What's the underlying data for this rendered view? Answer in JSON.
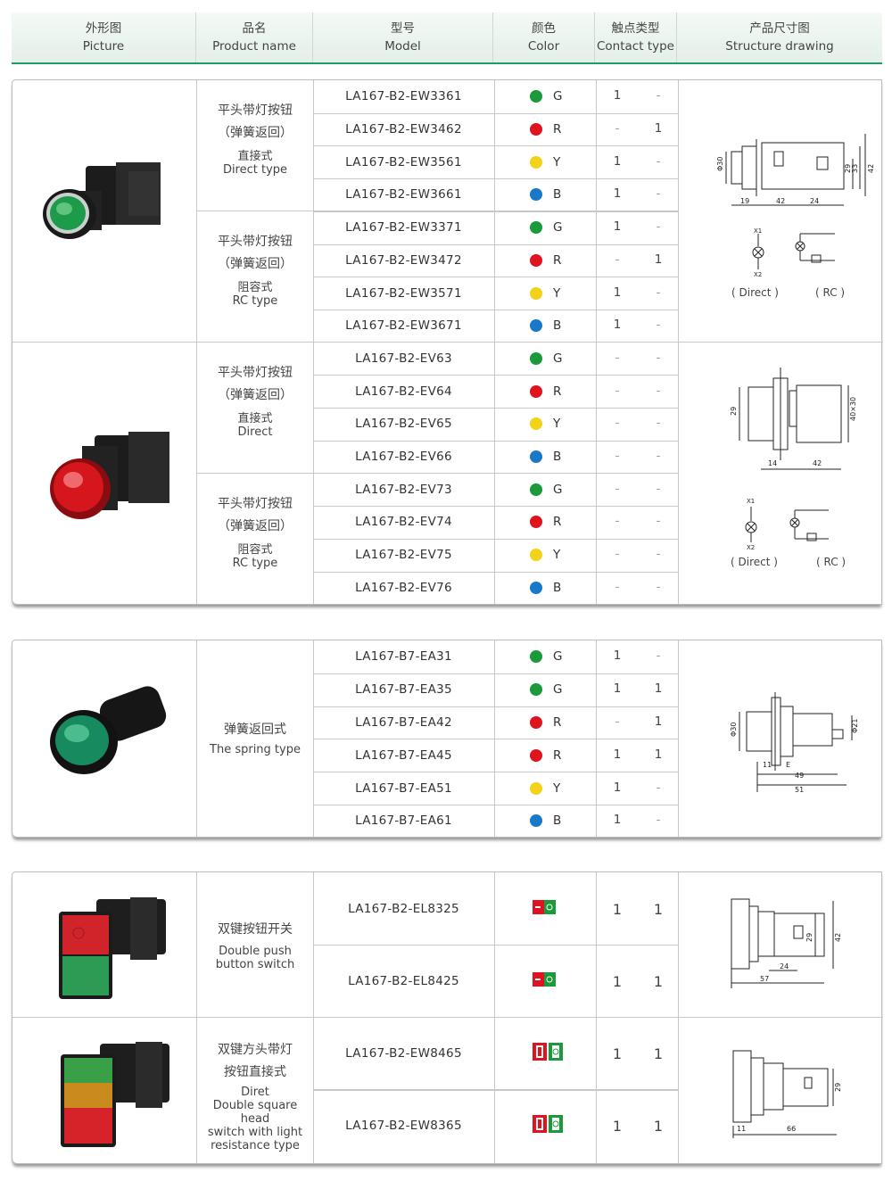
{
  "header": {
    "picture": {
      "zh": "外形图",
      "en": "Picture"
    },
    "product": {
      "zh": "品名",
      "en": "Product name"
    },
    "model": {
      "zh": "型号",
      "en": "Model"
    },
    "color": {
      "zh": "颜色",
      "en": "Color"
    },
    "contact": {
      "zh": "触点类型",
      "en": "Contact type"
    },
    "drawing": {
      "zh": "产品尺寸图",
      "en": "Structure drawing"
    }
  },
  "colors": {
    "G": "#1a9a3a",
    "R": "#e0141e",
    "Y": "#f2d31a",
    "B": "#1a78c8",
    "accent": "#1f9a6a"
  },
  "section1": {
    "groups": [
      {
        "zh1": "平头带灯按钮",
        "zh2": "（弹簧返回）",
        "zh3": "直接式",
        "en": "Direct type"
      },
      {
        "zh1": "平头带灯按钮",
        "zh2": "（弹簧返回）",
        "zh3": "阻容式",
        "en": "RC type"
      }
    ],
    "rows": [
      {
        "model": "LA167-B2-EW3361",
        "color": "G",
        "no": "1",
        "nc": "-"
      },
      {
        "model": "LA167-B2-EW3462",
        "color": "R",
        "no": "-",
        "nc": "1"
      },
      {
        "model": "LA167-B2-EW3561",
        "color": "Y",
        "no": "1",
        "nc": "-"
      },
      {
        "model": "LA167-B2-EW3661",
        "color": "B",
        "no": "1",
        "nc": "-"
      },
      {
        "model": "LA167-B2-EW3371",
        "color": "G",
        "no": "1",
        "nc": "-"
      },
      {
        "model": "LA167-B2-EW3472",
        "color": "R",
        "no": "-",
        "nc": "1"
      },
      {
        "model": "LA167-B2-EW3571",
        "color": "Y",
        "no": "1",
        "nc": "-"
      },
      {
        "model": "LA167-B2-EW3671",
        "color": "B",
        "no": "1",
        "nc": "-"
      }
    ],
    "drawing": {
      "dims": [
        "Φ30",
        "19",
        "42",
        "24",
        "29",
        "33",
        "42"
      ],
      "x1": "X1",
      "x2": "X2",
      "direct": "( Direct )",
      "rc": "( RC )"
    }
  },
  "section2": {
    "groups": [
      {
        "zh1": "平头带灯按钮",
        "zh2": "（弹簧返回）",
        "zh3": "直接式",
        "en": "Direct"
      },
      {
        "zh1": "平头带灯按钮",
        "zh2": "（弹簧返回）",
        "zh3": "阻容式",
        "en": "RC type"
      }
    ],
    "rows": [
      {
        "model": "LA167-B2-EV63",
        "color": "G",
        "no": "-",
        "nc": "-"
      },
      {
        "model": "LA167-B2-EV64",
        "color": "R",
        "no": "-",
        "nc": "-"
      },
      {
        "model": "LA167-B2-EV65",
        "color": "Y",
        "no": "-",
        "nc": "-"
      },
      {
        "model": "LA167-B2-EV66",
        "color": "B",
        "no": "-",
        "nc": "-"
      },
      {
        "model": "LA167-B2-EV73",
        "color": "G",
        "no": "-",
        "nc": "-"
      },
      {
        "model": "LA167-B2-EV74",
        "color": "R",
        "no": "-",
        "nc": "-"
      },
      {
        "model": "LA167-B2-EV75",
        "color": "Y",
        "no": "-",
        "nc": "-"
      },
      {
        "model": "LA167-B2-EV76",
        "color": "B",
        "no": "-",
        "nc": "-"
      }
    ],
    "drawing": {
      "dims": [
        "29",
        "40×30",
        "14",
        "42"
      ],
      "x1": "X1",
      "x2": "X2",
      "direct": "( Direct )",
      "rc": "( RC )"
    }
  },
  "section3": {
    "group": {
      "zh1": "弹簧返回式",
      "en": "The spring type"
    },
    "rows": [
      {
        "model": "LA167-B7-EA31",
        "color": "G",
        "no": "1",
        "nc": "-"
      },
      {
        "model": "LA167-B7-EA35",
        "color": "G",
        "no": "1",
        "nc": "1"
      },
      {
        "model": "LA167-B7-EA42",
        "color": "R",
        "no": "-",
        "nc": "1"
      },
      {
        "model": "LA167-B7-EA45",
        "color": "R",
        "no": "1",
        "nc": "1"
      },
      {
        "model": "LA167-B7-EA51",
        "color": "Y",
        "no": "1",
        "nc": "-"
      },
      {
        "model": "LA167-B7-EA61",
        "color": "B",
        "no": "1",
        "nc": "-"
      }
    ],
    "drawing": {
      "dims": [
        "Φ30",
        "Φ21",
        "11",
        "E",
        "49",
        "51"
      ]
    }
  },
  "section4": {
    "groups": [
      {
        "zh1": "双键按钮开关",
        "en1": "Double push",
        "en2": "button switch"
      },
      {
        "zh1": "双键方头带灯",
        "zh2": "按钮直接式",
        "en0": "Diret",
        "en1": "Double square head",
        "en2": "switch with light",
        "en3": "resistance type"
      }
    ],
    "rows": [
      {
        "model": "LA167-B2-EL8325",
        "no": "1",
        "nc": "1"
      },
      {
        "model": "LA167-B2-EL8425",
        "no": "1",
        "nc": "1"
      },
      {
        "model": "LA167-B2-EW8465",
        "no": "1",
        "nc": "1"
      },
      {
        "model": "LA167-B2-EW8365",
        "no": "1",
        "nc": "1"
      }
    ],
    "drawing1": {
      "dims": [
        "29",
        "42",
        "24",
        "57"
      ]
    },
    "drawing2": {
      "dims": [
        "29",
        "11",
        "66"
      ]
    }
  }
}
